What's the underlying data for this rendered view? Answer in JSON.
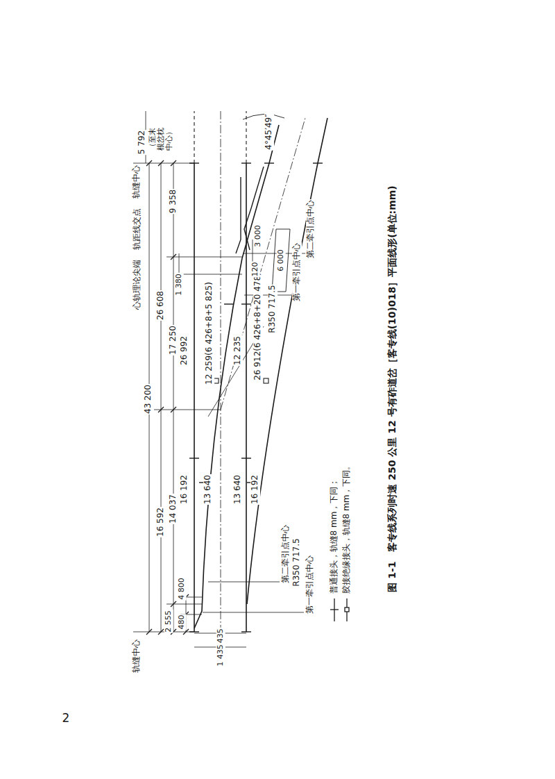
{
  "diagram": {
    "caption": "图 1-1　客专线系列时速 250 公里 12 号有砟道岔［客专线(10)018］平面线形(单位:mm)",
    "labels": [
      "43 200",
      "16 592",
      "26 608",
      "2 555",
      "14 037",
      "17 250",
      "1 380",
      "9 358",
      "5 792",
      "（至末根岔枕中心）",
      "轨缝中心",
      "轨缝中心",
      "轨距线交点",
      "心轨理论尖端",
      "480",
      "4 800",
      "1 435",
      "1 435",
      "16 192",
      "13 640",
      "13 640",
      "16 192",
      "26 992",
      "12 259(6 426+8+5 825)",
      "12 235",
      "26 912(6 426+8+20 478)",
      "R350 717.5",
      "120",
      "3 000",
      "6 000",
      "第一牵引点中心",
      "第二牵引点中心",
      "4°45′49″",
      "第二牵引点中心",
      "R350 717.5",
      "第一牵引点中心",
      "2"
    ],
    "legend": [
      {
        "text": "普通接头，轨缝8 mm，下同；"
      },
      {
        "text": "胶接绝缘接头，轨缝8 mm，下同。"
      }
    ]
  }
}
